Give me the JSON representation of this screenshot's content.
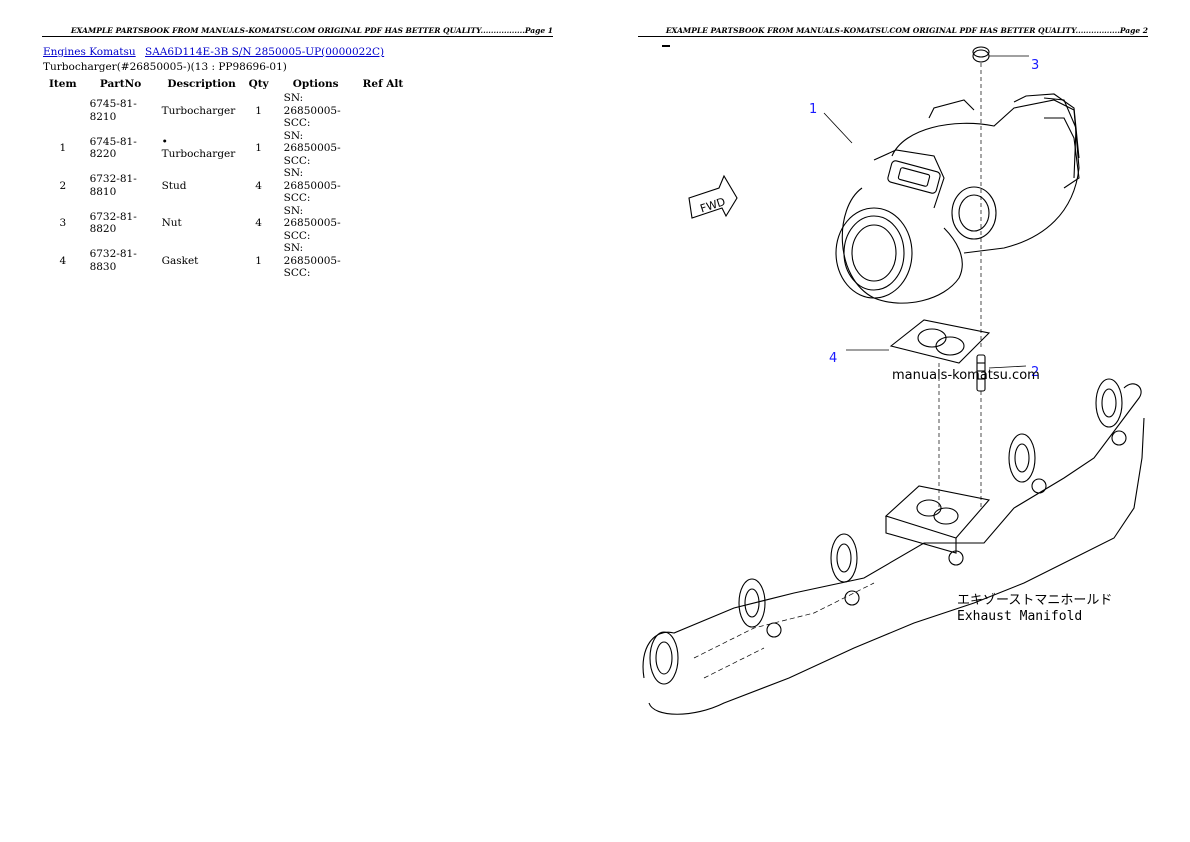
{
  "header_left": "EXAMPLE PARTSBOOK FROM MANUALS-KOMATSU.COM ORIGINAL PDF HAS BETTER QUALITY.................Page 1",
  "header_right": "EXAMPLE PARTSBOOK FROM MANUALS-KOMATSU.COM ORIGINAL PDF HAS BETTER QUALITY.................Page 2",
  "breadcrumb": {
    "link1": "Engines Komatsu",
    "link2": "SAA6D114E-3B S/N 2850005-UP(0000022C)"
  },
  "subtitle": "Turbocharger(#26850005-)(13 : PP98696-01)",
  "table": {
    "headers": {
      "item": "Item",
      "partno": "PartNo",
      "description": "Description",
      "qty": "Qty",
      "options": "Options",
      "refalt": "Ref Alt"
    },
    "rows": [
      {
        "item": "",
        "partno": "6745-81-8210",
        "description": "Turbocharger",
        "qty": "1",
        "options": "SN: 26850005-SCC:"
      },
      {
        "item": "1",
        "partno": "6745-81-8220",
        "description": "• Turbocharger",
        "qty": "1",
        "options": "SN: 26850005-SCC:"
      },
      {
        "item": "2",
        "partno": "6732-81-8810",
        "description": "Stud",
        "qty": "4",
        "options": "SN: 26850005-SCC:"
      },
      {
        "item": "3",
        "partno": "6732-81-8820",
        "description": "Nut",
        "qty": "4",
        "options": "SN: 26850005-SCC:"
      },
      {
        "item": "4",
        "partno": "6732-81-8830",
        "description": "Gasket",
        "qty": "1",
        "options": "SN: 26850005-SCC:"
      }
    ]
  },
  "diagram": {
    "callouts": [
      "1",
      "2",
      "3",
      "4"
    ],
    "fwd_label": "FWD",
    "watermark": "manuals-komatsu.com",
    "manifold_jp": "エキゾーストマニホールド",
    "manifold_en": "Exhaust Manifold"
  }
}
